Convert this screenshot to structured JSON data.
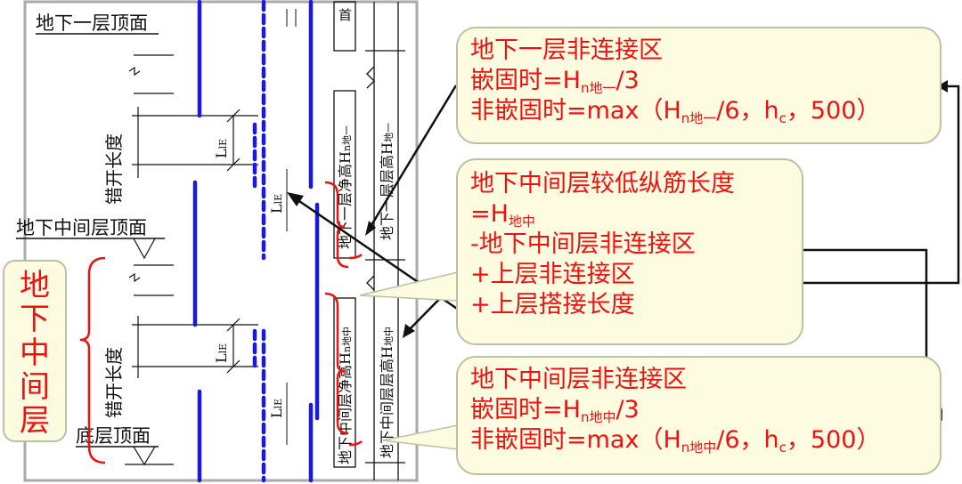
{
  "drawing": {
    "level_b1_top": "地下一层顶面",
    "level_mid_top": "地下中间层顶面",
    "level_base_top": "底层顶面",
    "stagger_length_1": "错开长度",
    "stagger_length_2": "错开长度",
    "lie_1": "L",
    "lie_1_sub": "lE",
    "lie_2": "L",
    "lie_2_sub": "lE",
    "lie_3": "L",
    "lie_3_sub": "lE",
    "lie_4": "L",
    "lie_4_sub": "lE",
    "b1_clear_height": "地下一层净高H",
    "b1_clear_height_sub": "n地一",
    "b1_story_height": "地下一层层高H",
    "b1_story_height_sub": "地一",
    "mid_clear_height": "地下中间层净高H",
    "mid_clear_height_sub": "n地中",
    "mid_story_height": "地下中间层层高H",
    "mid_story_height_sub": "地中",
    "top_fragment": "首",
    "break_mark": "~"
  },
  "callout_b1": {
    "line1": "地下一层非连接区",
    "line2_a": "嵌固时=H",
    "line2_sub": "n地一",
    "line2_b": "/3",
    "line3_a": "非嵌固时=max（H",
    "line3_sub1": "n地一",
    "line3_b": "/6，h",
    "line3_sub2": "c",
    "line3_c": "，500）"
  },
  "callout_formula": {
    "line1": "地下中间层较低纵筋长度",
    "line2_a": "=H",
    "line2_sub": "地中",
    "line3": "-地下中间层非连接区",
    "line4": "+上层非连接区",
    "line5": "+上层搭接长度"
  },
  "callout_mid": {
    "line1": "地下中间层非连接区",
    "line2_a": "嵌固时=H",
    "line2_sub": "n地中",
    "line2_b": "/3",
    "line3_a": "非嵌固时=max（H",
    "line3_sub1": "n地中",
    "line3_b": "/6，h",
    "line3_sub2": "c",
    "line3_c": "，500）"
  },
  "side_label": [
    "地",
    "下",
    "中",
    "间",
    "层"
  ],
  "colors": {
    "rebar": "#1a1adf",
    "annotation": "#ee1111",
    "callout_bg": "#fdfbe0",
    "callout_border": "#b9c3a3",
    "line": "#111111"
  }
}
